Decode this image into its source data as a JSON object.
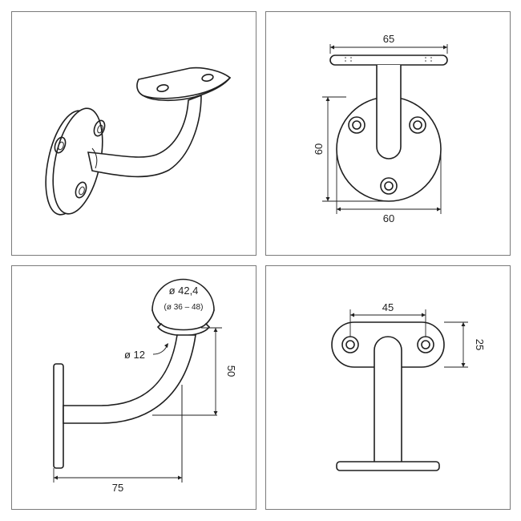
{
  "views": {
    "perspective": {},
    "front": {
      "plate_width": "65",
      "height": "60",
      "base_width": "60"
    },
    "side": {
      "handrail_diameter": "ø 42,4",
      "handrail_range": "(ø 36 – 48)",
      "tube_diameter": "ø 12",
      "height": "50",
      "projection": "75"
    },
    "top": {
      "hole_spacing": "45",
      "depth": "25"
    }
  }
}
